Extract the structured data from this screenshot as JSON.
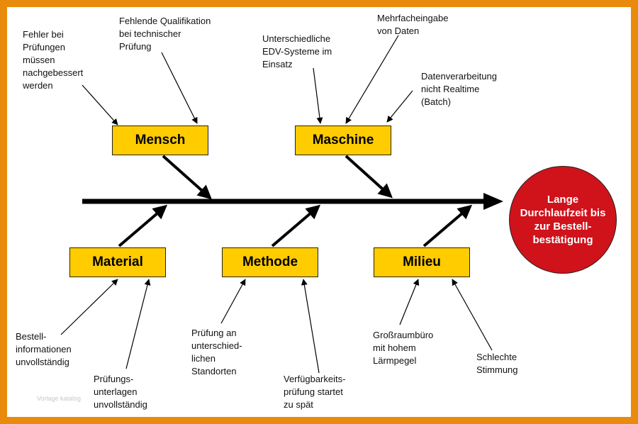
{
  "effect": {
    "label": "Lange Durchlaufzeit bis zur Bestell-bestätigung",
    "fill": "#D0121B"
  },
  "categories": {
    "mensch": "Mensch",
    "maschine": "Maschine",
    "material": "Material",
    "methode": "Methode",
    "milieu": "Milieu",
    "fill": "#FFCC00"
  },
  "causes": {
    "fehler_pruefungen": "Fehler bei\nPrüfungen\nmüssen\nnachgebessert\nwerden",
    "fehlende_qualifikation": "Fehlende Qualifikation\nbei technischer\nPrüfung",
    "edv_systeme": "Unterschiedliche\nEDV-Systeme im\nEinsatz",
    "mehrfacheingabe": "Mehrfacheingabe\nvon Daten",
    "datenverarbeitung": "Datenverarbeitung\nnicht Realtime\n(Batch)",
    "bestellinformationen": "Bestell-\ninformationen\nunvollständig",
    "pruefungsunterlagen": "Prüfungs-\nunterlagen\nunvollständig",
    "pruefung_standorten": "Prüfung an\nunterschied-\nlichen\nStandorten",
    "verfuegbarkeit": "Verfügbarkeits-\nprüfung startet\nzu spät",
    "grossraumbuero": "Großraumbüro\nmit hohem\nLärmpegel",
    "stimmung": "Schlechte\nStimmung"
  },
  "watermark": "Vorlage katalog",
  "colors": {
    "frame": "#E88A0C",
    "background": "#FFFFFF"
  }
}
